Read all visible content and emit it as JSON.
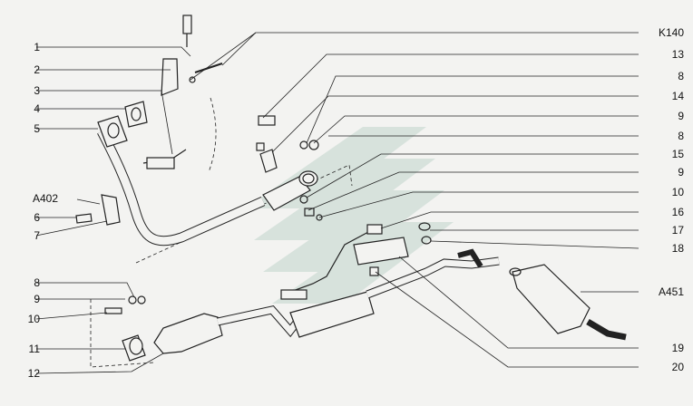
{
  "callouts_left": [
    {
      "id": "l1",
      "label": "1"
    },
    {
      "id": "l2",
      "label": "2"
    },
    {
      "id": "l3",
      "label": "3"
    },
    {
      "id": "l4",
      "label": "4"
    },
    {
      "id": "l5",
      "label": "5"
    },
    {
      "id": "la402",
      "label": "A402"
    },
    {
      "id": "l6",
      "label": "6"
    },
    {
      "id": "l7",
      "label": "7"
    },
    {
      "id": "l8b",
      "label": "8"
    },
    {
      "id": "l9b",
      "label": "9"
    },
    {
      "id": "l10b",
      "label": "10"
    },
    {
      "id": "l11",
      "label": "11"
    },
    {
      "id": "l12",
      "label": "12"
    }
  ],
  "callouts_right": [
    {
      "id": "rk140",
      "label": "K140"
    },
    {
      "id": "r13",
      "label": "13"
    },
    {
      "id": "r8a",
      "label": "8"
    },
    {
      "id": "r14",
      "label": "14"
    },
    {
      "id": "r9a",
      "label": "9"
    },
    {
      "id": "r8c",
      "label": "8"
    },
    {
      "id": "r15",
      "label": "15"
    },
    {
      "id": "r9c",
      "label": "9"
    },
    {
      "id": "r10",
      "label": "10"
    },
    {
      "id": "r16",
      "label": "16"
    },
    {
      "id": "r17",
      "label": "17"
    },
    {
      "id": "r18",
      "label": "18"
    },
    {
      "id": "ra451",
      "label": "A451"
    },
    {
      "id": "r19",
      "label": "19"
    },
    {
      "id": "r20",
      "label": "20"
    }
  ]
}
